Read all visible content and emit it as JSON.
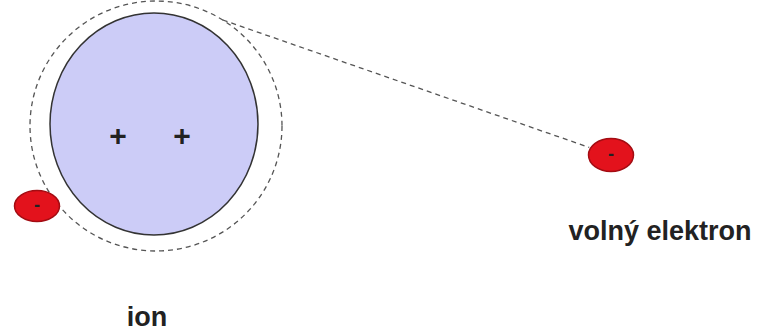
{
  "diagram": {
    "nodes": [
      {
        "text": [
          "+",
          "+"
        ]
      },
      {
        "text": [
          "-"
        ]
      },
      {
        "text": [
          "-"
        ]
      }
    ],
    "edges": [
      {
        "from": 0,
        "to": 2,
        "arrow": "none"
      }
    ],
    "labels": [
      "volný elektron",
      "ion"
    ]
  }
}
